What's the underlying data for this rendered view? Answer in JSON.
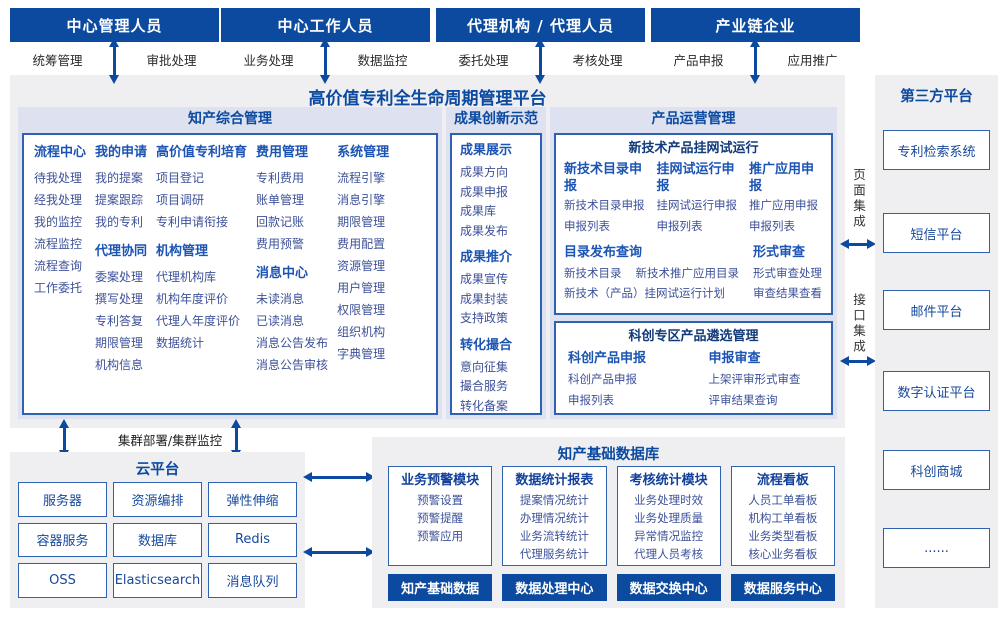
{
  "colors": {
    "primary_blue": "#0b4a9e",
    "section_bg": "#dde1f0",
    "panel_bg": "#efeff1",
    "border_blue": "#2e62b1",
    "header_text": "#1c54b4",
    "item_text": "#3d5199"
  },
  "personas": [
    {
      "title": "中心管理人员",
      "left": "统筹管理",
      "right": "审批处理"
    },
    {
      "title": "中心工作人员",
      "left": "业务处理",
      "right": "数据监控"
    },
    {
      "title": "代理机构 / 代理人员",
      "left": "委托处理",
      "right": "考核处理"
    },
    {
      "title": "产业链企业",
      "left": "产品申报",
      "right": "应用推广"
    }
  ],
  "platform_title": "高价值专利全生命周期管理平台",
  "ip": {
    "title": "知产综合管理",
    "col1": [
      {
        "h": "流程中心"
      },
      {
        "i": "待我处理"
      },
      {
        "i": "经我处理"
      },
      {
        "i": "我的监控"
      },
      {
        "i": "流程监控"
      },
      {
        "i": "流程查询"
      },
      {
        "i": "工作委托"
      }
    ],
    "col2": [
      {
        "h": "我的申请"
      },
      {
        "i": "我的提案"
      },
      {
        "i": "提案跟踪"
      },
      {
        "i": "我的专利"
      },
      {
        "h": "代理协同"
      },
      {
        "i": "委案处理"
      },
      {
        "i": "撰写处理"
      },
      {
        "i": "专利答复"
      },
      {
        "i": "期限管理"
      },
      {
        "i": "机构信息"
      }
    ],
    "col3": [
      {
        "h": "高价值专利培育"
      },
      {
        "i": "项目登记"
      },
      {
        "i": "项目调研"
      },
      {
        "i": "专利申请衔接"
      },
      {
        "h": "机构管理"
      },
      {
        "i": "代理机构库"
      },
      {
        "i": "机构年度评价"
      },
      {
        "i": "代理人年度评价"
      },
      {
        "i": "数据统计"
      }
    ],
    "col4": [
      {
        "h": "费用管理"
      },
      {
        "i": "专利费用"
      },
      {
        "i": "账单管理"
      },
      {
        "i": "回款记账"
      },
      {
        "i": "费用预警"
      },
      {
        "h": "消息中心"
      },
      {
        "i": "未读消息"
      },
      {
        "i": "已读消息"
      },
      {
        "i": "消息公告发布"
      },
      {
        "i": "消息公告审核"
      }
    ],
    "col5": [
      {
        "h": "系统管理"
      },
      {
        "i": "流程引擎"
      },
      {
        "i": "消息引擎"
      },
      {
        "i": "期限管理"
      },
      {
        "i": "费用配置"
      },
      {
        "i": "资源管理"
      },
      {
        "i": "用户管理"
      },
      {
        "i": "权限管理"
      },
      {
        "i": "组织机构"
      },
      {
        "i": "字典管理"
      }
    ]
  },
  "achievement": {
    "title": "成果创新示范",
    "entries": [
      {
        "h": "成果展示"
      },
      {
        "i": "成果方向"
      },
      {
        "i": "成果申报"
      },
      {
        "i": "成果库"
      },
      {
        "i": "成果发布"
      },
      {
        "h": "成果推介"
      },
      {
        "i": "成果宣传"
      },
      {
        "i": "成果封装"
      },
      {
        "i": "支持政策"
      },
      {
        "h": "转化撮合"
      },
      {
        "i": "意向征集"
      },
      {
        "i": "撮合服务"
      },
      {
        "i": "转化备案"
      }
    ]
  },
  "product": {
    "title": "产品运营管理",
    "box1": {
      "title": "新技术产品挂网试运行",
      "groups": [
        {
          "title": "新技术目录申报",
          "items": [
            "新技术目录申报",
            "申报列表"
          ]
        },
        {
          "title": "挂网试运行申报",
          "items": [
            "挂网试运行申报",
            "申报列表"
          ]
        },
        {
          "title": "推广应用申报",
          "items": [
            "推广应用申报",
            "申报列表"
          ]
        }
      ],
      "catalog": {
        "title": "目录发布查询",
        "row1a": "新技术目录",
        "row1b": "新技术推广应用目录",
        "row2": "新技术（产品）挂网试运行计划"
      },
      "review": {
        "title": "形式审查",
        "item1": "形式审查处理",
        "item2": "审查结果查看"
      }
    },
    "box2": {
      "title": "科创专区产品遴选管理",
      "groups": [
        {
          "title": "科创产品申报",
          "items": [
            "科创产品申报",
            "申报列表"
          ]
        },
        {
          "title": "申报审查",
          "items": [
            "上架评审形式审查",
            "评审结果查询"
          ]
        }
      ]
    }
  },
  "cluster_label": "集群部署/集群监控",
  "cloud": {
    "title": "云平台",
    "items": [
      "服务器",
      "资源编排",
      "弹性伸缩",
      "容器服务",
      "数据库",
      "Redis",
      "OSS",
      "Elasticsearch",
      "消息队列"
    ]
  },
  "database": {
    "title": "知产基础数据库",
    "columns": [
      {
        "title": "业务预警模块",
        "items": [
          "预警设置",
          "预警提醒",
          "预警应用"
        ]
      },
      {
        "title": "数据统计报表",
        "items": [
          "提案情况统计",
          "办理情况统计",
          "业务流转统计",
          "代理服务统计"
        ]
      },
      {
        "title": "考核统计模块",
        "items": [
          "业务处理时效",
          "业务处理质量",
          "异常情况监控",
          "代理人员考核"
        ]
      },
      {
        "title": "流程看板",
        "items": [
          "人员工单看板",
          "机构工单看板",
          "业务类型看板",
          "核心业务看板"
        ]
      }
    ],
    "buttons": [
      "知产基础数据",
      "数据处理中心",
      "数据交换中心",
      "数据服务中心"
    ]
  },
  "integration": {
    "page": "页面集成",
    "api": "接口集成"
  },
  "third_party": {
    "title": "第三方平台",
    "boxes": [
      "专利检索系统",
      "短信平台",
      "邮件平台",
      "数字认证平台",
      "科创商城",
      "......"
    ]
  }
}
